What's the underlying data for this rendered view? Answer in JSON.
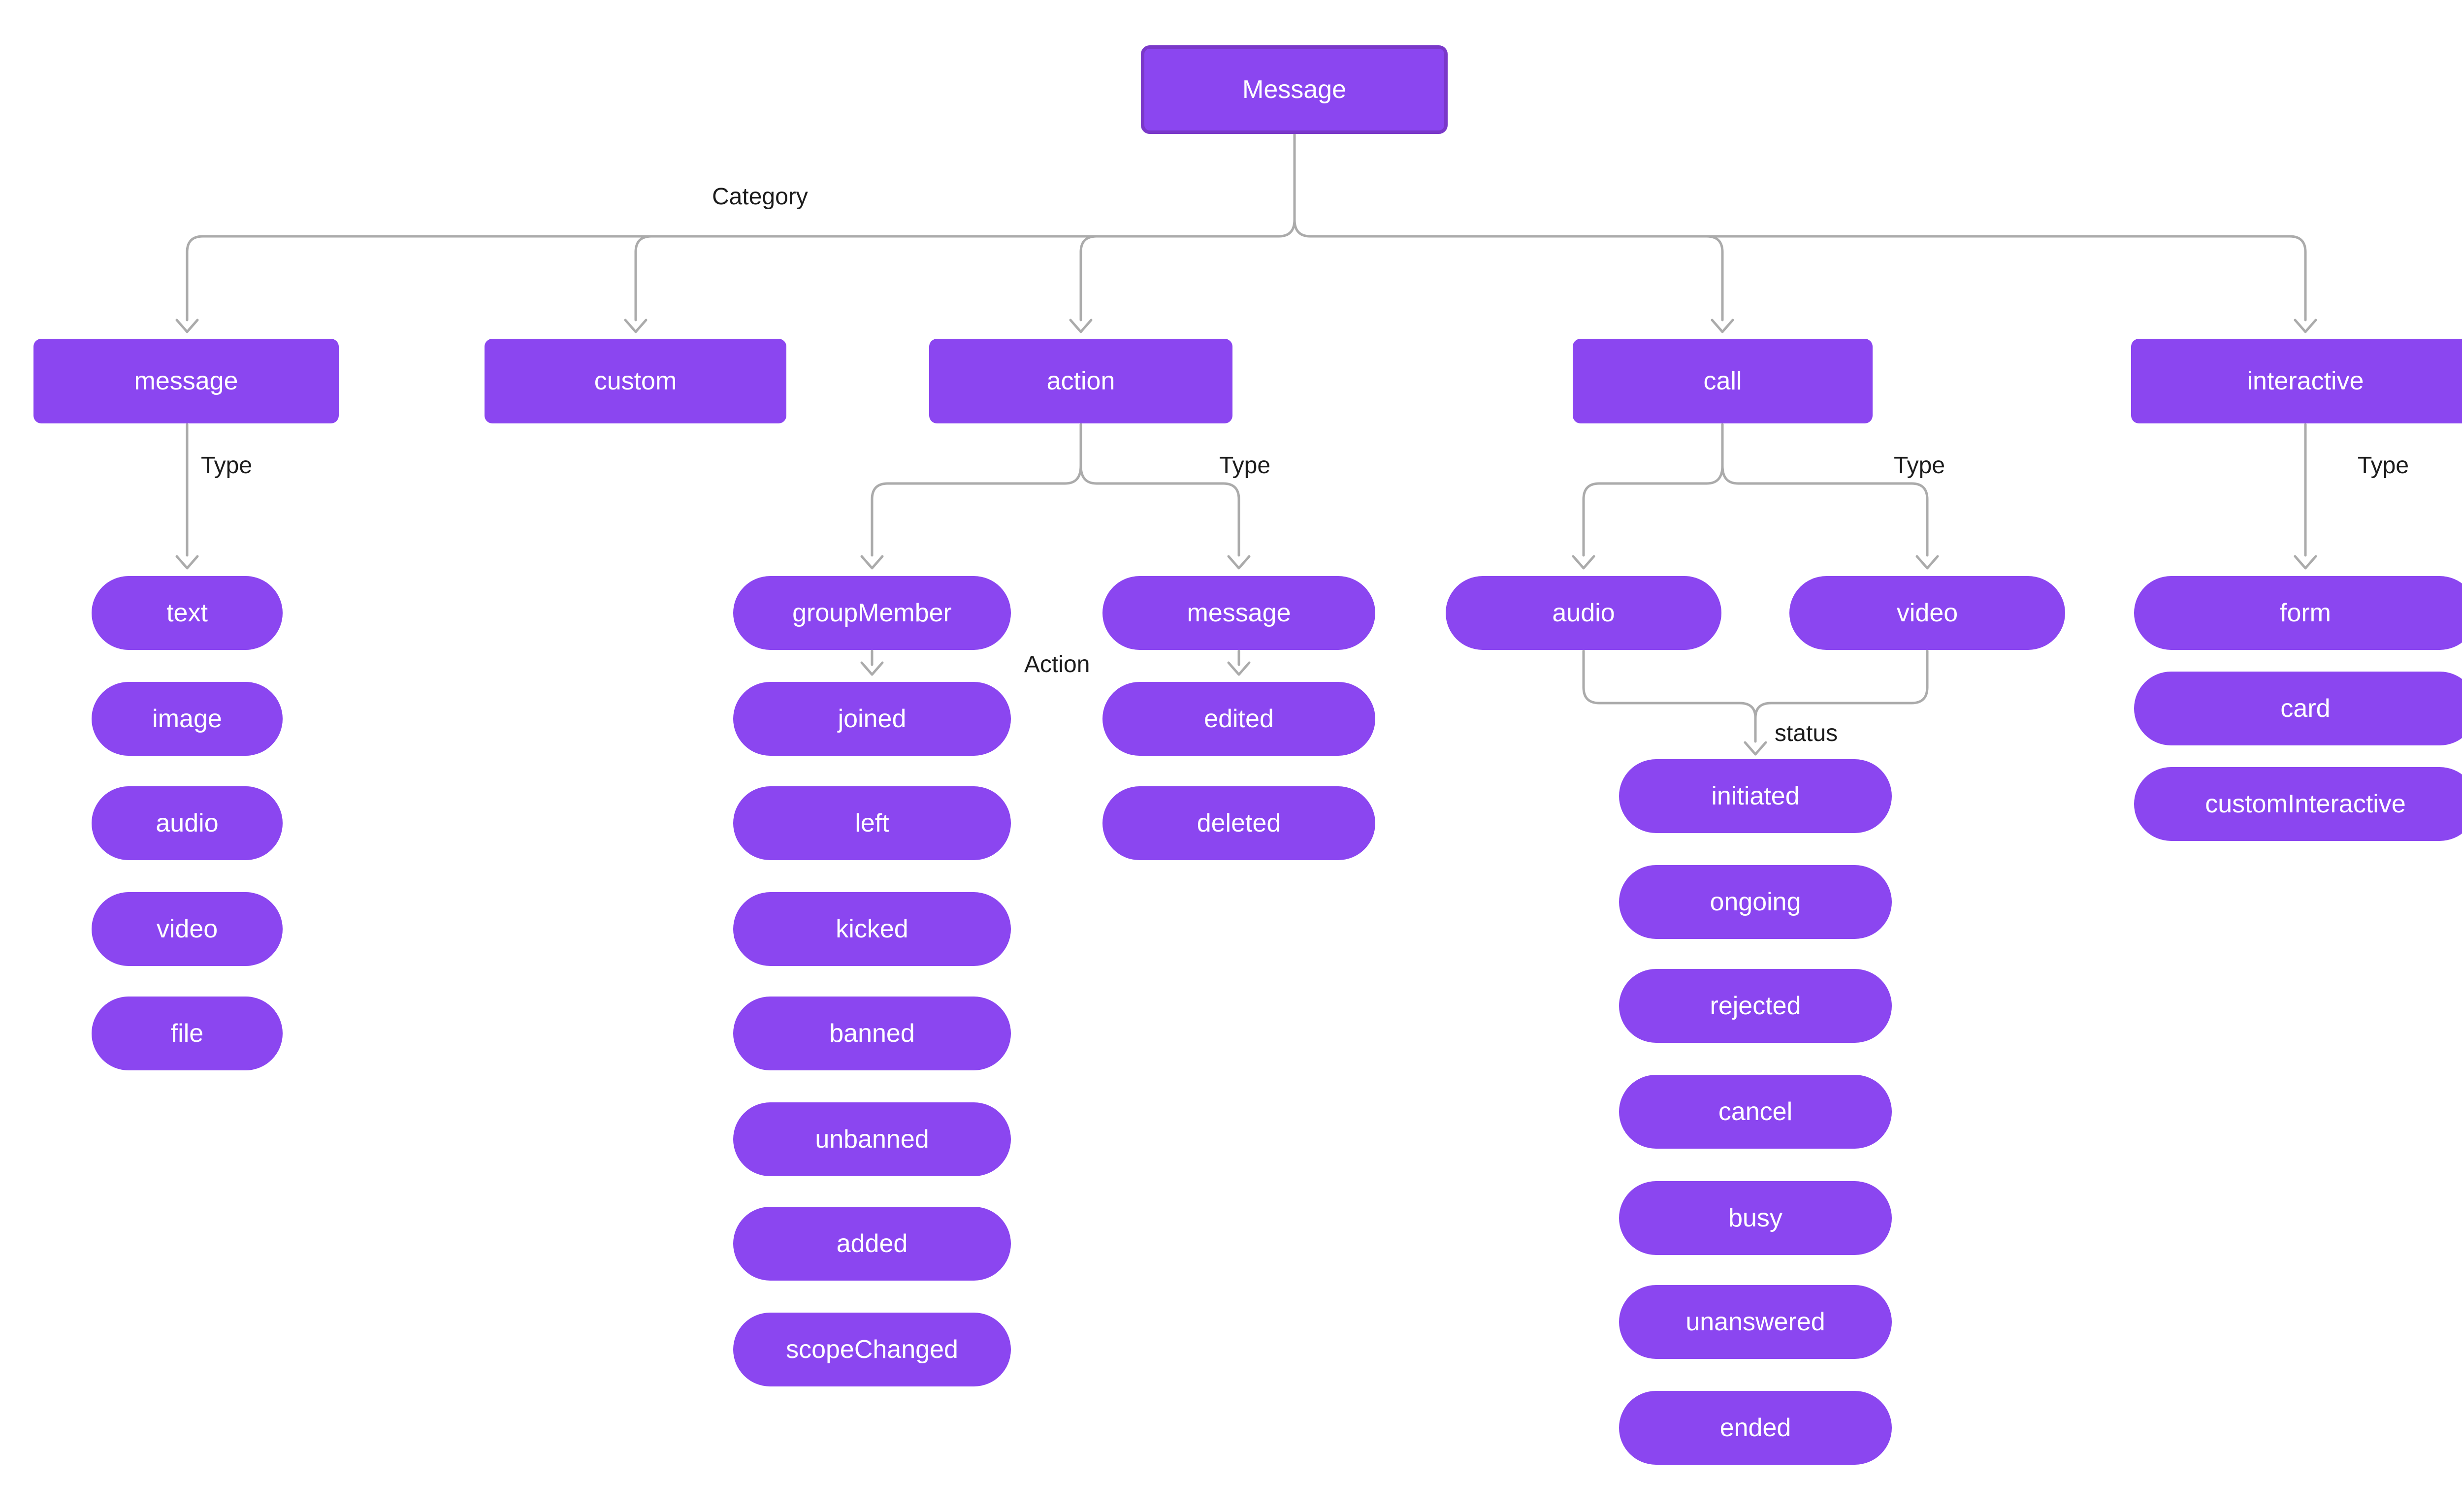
{
  "diagram": {
    "root_label": "Message",
    "colors": {
      "background": "#FFFFFF",
      "node_fill": "#8B46F0",
      "node_text": "#FFFFFF",
      "root_border": "#7A38C9",
      "connector": "#ABABAB",
      "label_text": "#1C1C1C"
    },
    "edge_labels": {
      "category": "Category",
      "type": "Type",
      "action": "Action",
      "status": "status"
    },
    "categories": [
      "message",
      "custom",
      "action",
      "call",
      "interactive"
    ],
    "message_types": [
      "text",
      "image",
      "audio",
      "video",
      "file"
    ],
    "action_types": [
      "groupMember",
      "message"
    ],
    "group_member_actions": [
      "joined",
      "left",
      "kicked",
      "banned",
      "unbanned",
      "added",
      "scopeChanged"
    ],
    "message_actions": [
      "edited",
      "deleted"
    ],
    "call_types": [
      "audio",
      "video"
    ],
    "call_statuses": [
      "initiated",
      "ongoing",
      "rejected",
      "cancel",
      "busy",
      "unanswered",
      "ended"
    ],
    "interactive_types": [
      "form",
      "card",
      "customInteractive"
    ]
  }
}
